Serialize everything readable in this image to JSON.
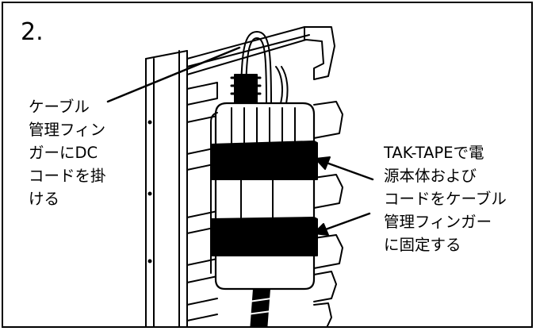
{
  "step_number": "2.",
  "callout_left": {
    "lines": [
      "ケーブル",
      "管理フィン",
      "ガーにDC",
      "コードを掛",
      "ける"
    ]
  },
  "callout_right": {
    "lines": [
      "TAK-TAPEで電",
      "源本体および",
      "コードをケーブル",
      "管理フィンガー",
      "に固定する"
    ]
  },
  "colors": {
    "line": "#000000",
    "background": "#ffffff",
    "strap": "#000000"
  }
}
